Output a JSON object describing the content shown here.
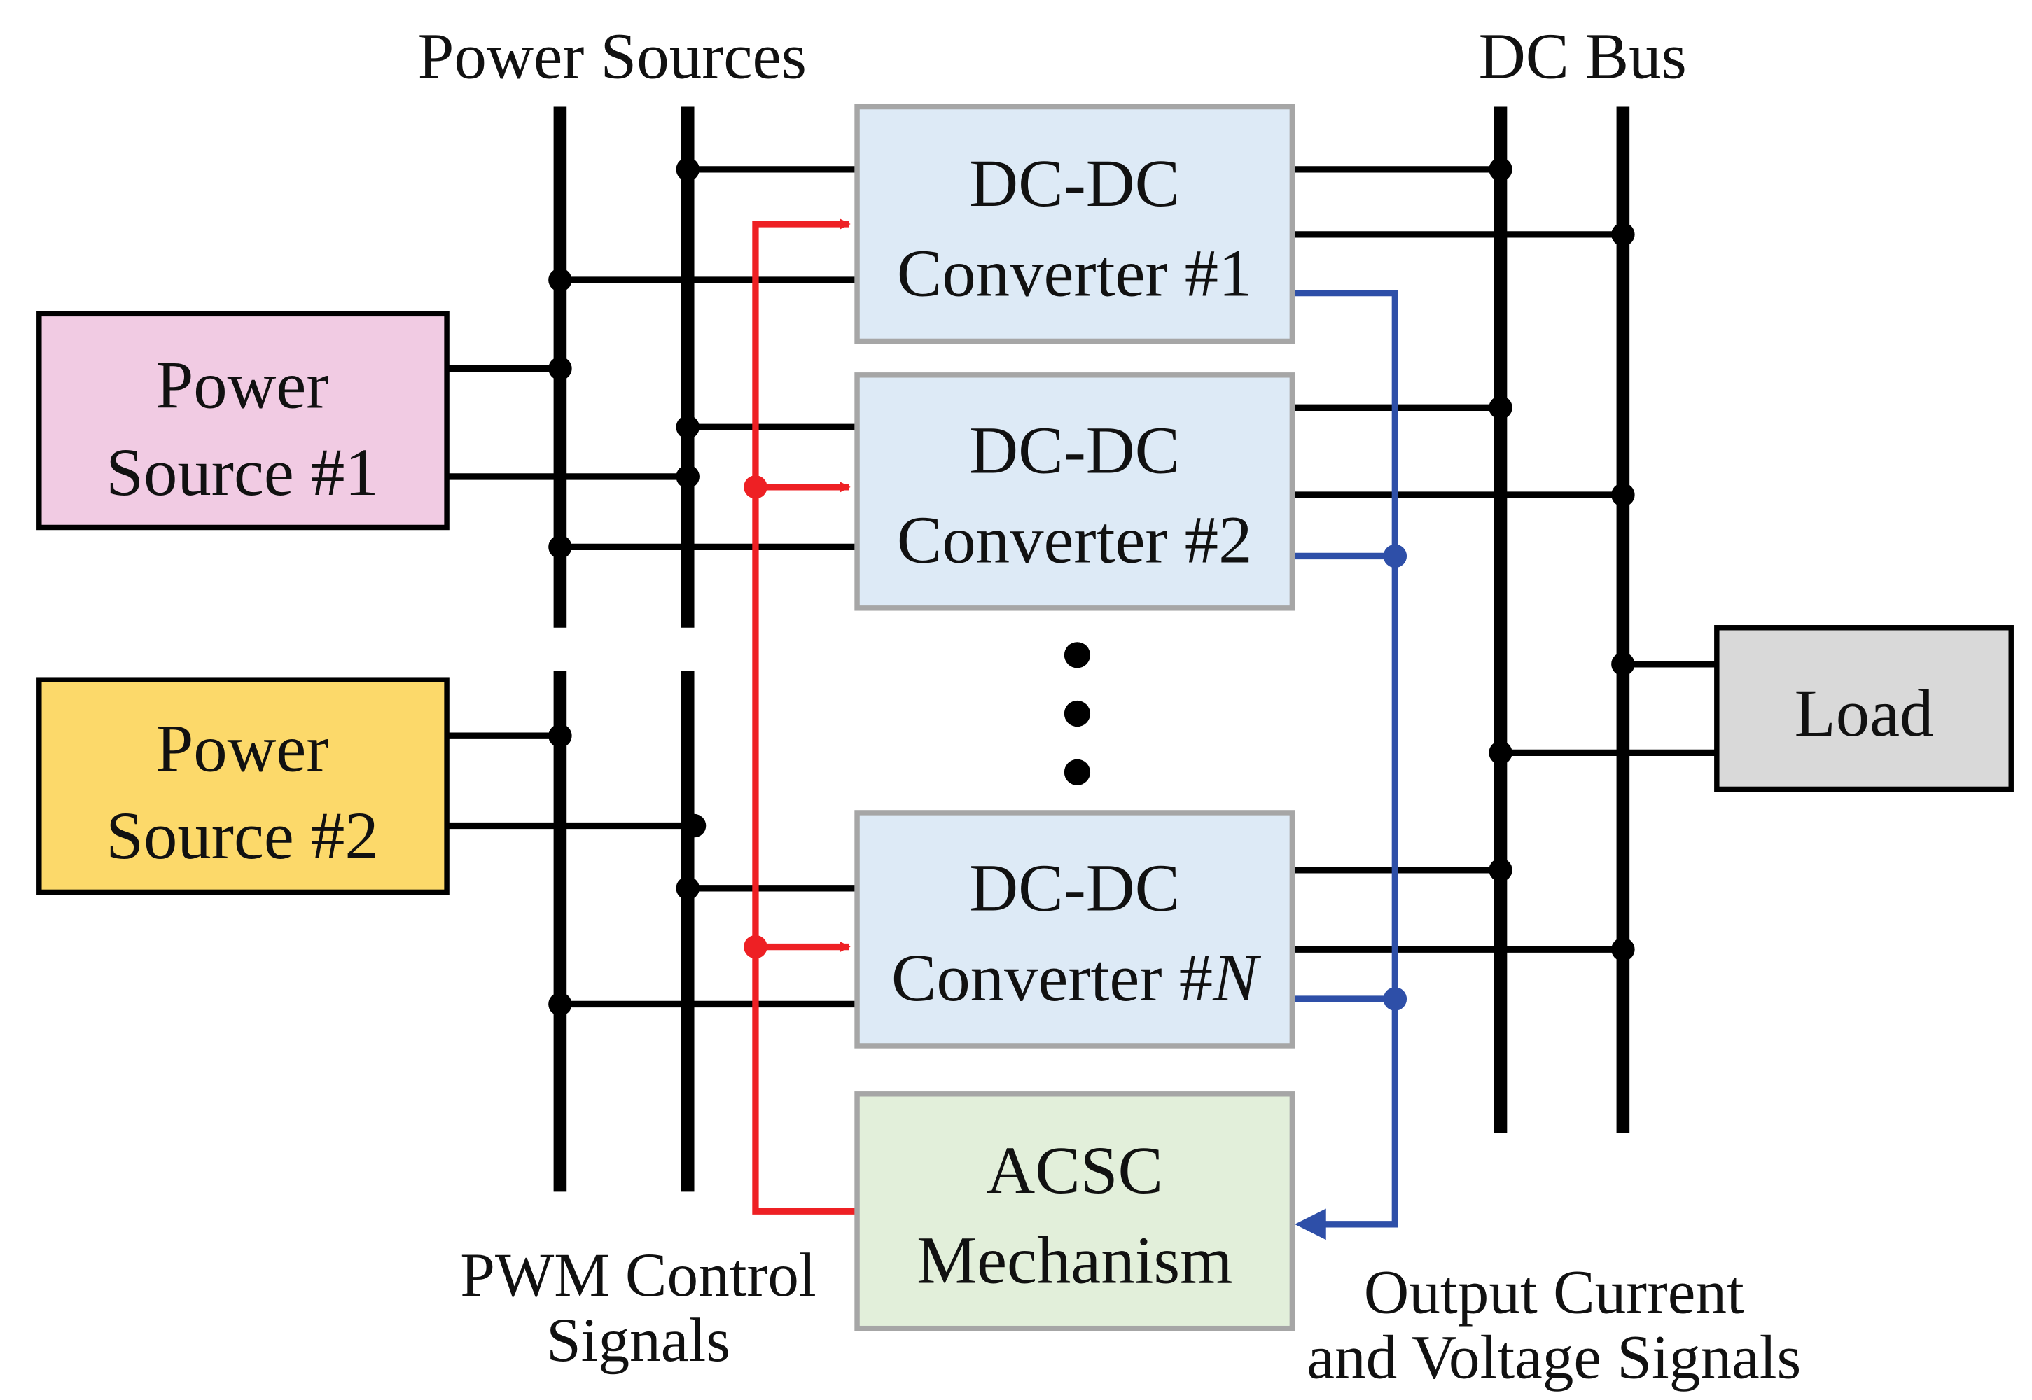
{
  "labels": {
    "power_sources": "Power Sources",
    "dc_bus": "DC Bus",
    "pwm_line1": "PWM Control",
    "pwm_line2": "Signals",
    "out_line1": "Output Current",
    "out_line2": "and Voltage Signals"
  },
  "blocks": {
    "source1": {
      "line1": "Power",
      "line2": "Source #1",
      "fill": "#F1CBE3"
    },
    "source2": {
      "line1": "Power",
      "line2": "Source #2",
      "fill": "#FCD96A"
    },
    "conv1": {
      "line1": "DC-DC",
      "line2": "Converter #1",
      "fill": "#DDEAF6"
    },
    "conv2": {
      "line1": "DC-DC",
      "line2": "Converter #2",
      "fill": "#DDEAF6"
    },
    "convN": {
      "line1": "DC-DC",
      "line2_prefix": "Converter #",
      "line2_var": "N",
      "fill": "#DDEAF6"
    },
    "acsc": {
      "line1": "ACSC",
      "line2": "Mechanism",
      "fill": "#E2EFDA"
    },
    "load": {
      "line1": "Load",
      "fill": "#D9D9D9"
    }
  },
  "colors": {
    "wire": "#000000",
    "pwm": "#EE2024",
    "feedback": "#2E4FA8",
    "converter_border": "#A6A6A6"
  }
}
